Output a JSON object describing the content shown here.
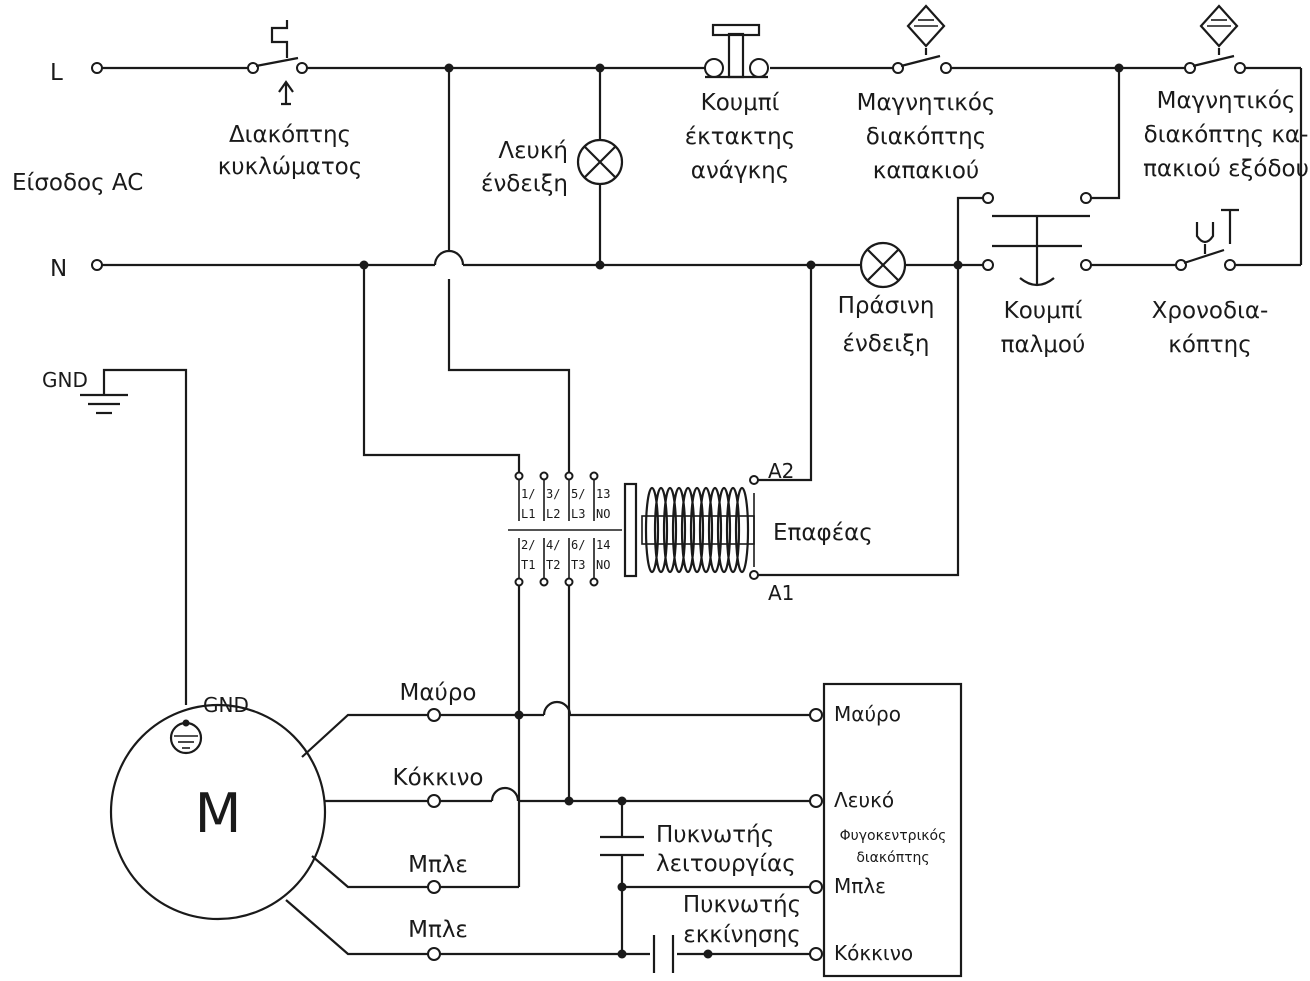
{
  "lines": {
    "L": "L",
    "N": "N",
    "input": "Είσοδος AC"
  },
  "gnd": {
    "top": "GND",
    "motor": "GND"
  },
  "breaker": [
    "Διακόπτης",
    "κυκλώματος"
  ],
  "white_lamp": [
    "Λευκή",
    "ένδειξη"
  ],
  "emergency": [
    "Κουμπί",
    "έκτακτης",
    "ανάγκης"
  ],
  "lid_switch": [
    "Μαγνητικός",
    "διακόπτης",
    "καπακιού"
  ],
  "outlet_switch": [
    "Μαγνητικός",
    "διακόπτης κα-",
    "πακιού εξόδου"
  ],
  "green_lamp": [
    "Πράσινη",
    "ένδειξη"
  ],
  "pulse_button": [
    "Κουμπί",
    "παλμού"
  ],
  "timer": [
    "Χρονοδια-",
    "κόπτης"
  ],
  "contactor": {
    "label": "Επαφέας",
    "a2": "A2",
    "a1": "A1",
    "top_nums": [
      "1/",
      "3/",
      "5/",
      "13"
    ],
    "top_ids": [
      "L1",
      "L2",
      "L3",
      "NO"
    ],
    "bot_nums": [
      "2/",
      "4/",
      "6/",
      "14"
    ],
    "bot_ids": [
      "T1",
      "T2",
      "T3",
      "NO"
    ]
  },
  "motor": {
    "label": "M",
    "wires": [
      "Μαύρο",
      "Κόκκινο",
      "Μπλε",
      "Μπλε"
    ]
  },
  "run_capacitor": [
    "Πυκνωτής",
    "λειτουργίας"
  ],
  "start_capacitor": [
    "Πυκνωτής",
    "εκκίνησης"
  ],
  "centrifugal": {
    "title": [
      "Φυγοκεντρικός",
      "διακόπτης"
    ],
    "terminals": [
      "Μαύρο",
      "Λευκό",
      "Μπλε",
      "Κόκκινο"
    ]
  }
}
